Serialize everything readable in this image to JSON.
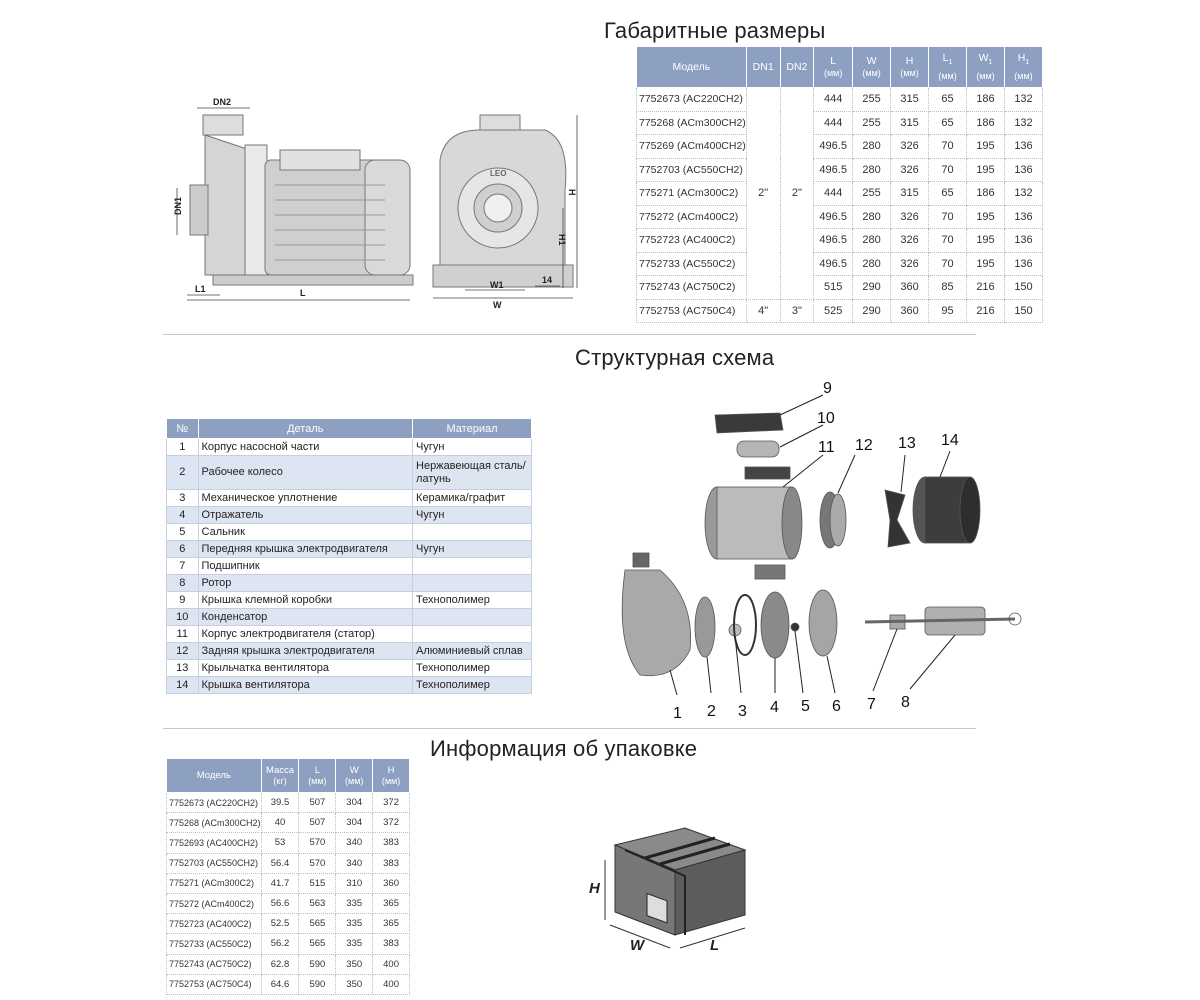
{
  "sections": {
    "dimensions_title": "Габаритные размеры",
    "structure_title": "Структурная схема",
    "packaging_title": "Информация об упаковке"
  },
  "dimensions_table": {
    "headers": {
      "model": "Модель",
      "dn1": "DN1",
      "dn2": "DN2",
      "l": "L",
      "w": "W",
      "h": "H",
      "l1": "L",
      "l1_sub": "1",
      "w1": "W",
      "w1_sub": "1",
      "h1": "H",
      "h1_sub": "1",
      "unit": "(мм)"
    },
    "rows": [
      {
        "model": "7752673 (AC220CH2)",
        "l": "444",
        "w": "255",
        "h": "315",
        "l1": "65",
        "w1": "186",
        "h1": "132"
      },
      {
        "model": "775268 (ACm300CH2)",
        "l": "444",
        "w": "255",
        "h": "315",
        "l1": "65",
        "w1": "186",
        "h1": "132"
      },
      {
        "model": "775269 (ACm400CH2)",
        "l": "496.5",
        "w": "280",
        "h": "326",
        "l1": "70",
        "w1": "195",
        "h1": "136"
      },
      {
        "model": "7752703 (AC550CH2)",
        "l": "496.5",
        "w": "280",
        "h": "326",
        "l1": "70",
        "w1": "195",
        "h1": "136"
      },
      {
        "model": "775271 (ACm300C2)",
        "l": "444",
        "w": "255",
        "h": "315",
        "l1": "65",
        "w1": "186",
        "h1": "132"
      },
      {
        "model": "775272 (ACm400C2)",
        "l": "496.5",
        "w": "280",
        "h": "326",
        "l1": "70",
        "w1": "195",
        "h1": "136"
      },
      {
        "model": "7752723 (AC400C2)",
        "l": "496.5",
        "w": "280",
        "h": "326",
        "l1": "70",
        "w1": "195",
        "h1": "136"
      },
      {
        "model": "7752733 (AC550C2)",
        "l": "496.5",
        "w": "280",
        "h": "326",
        "l1": "70",
        "w1": "195",
        "h1": "136"
      },
      {
        "model": "7752743 (AC750C2)",
        "l": "515",
        "w": "290",
        "h": "360",
        "l1": "85",
        "w1": "216",
        "h1": "150"
      },
      {
        "model": "7752753 (AC750C4)",
        "l": "525",
        "w": "290",
        "h": "360",
        "l1": "95",
        "w1": "216",
        "h1": "150"
      }
    ],
    "dn_group1": {
      "dn1": "2\"",
      "dn2": "2\""
    },
    "dn_group2": {
      "dn1": "4\"",
      "dn2": "3\""
    }
  },
  "drawing_labels": {
    "dn2": "DN2",
    "dn1": "DN1",
    "l1": "L1",
    "l": "L",
    "h": "H",
    "h1": "H1",
    "w1": "W1",
    "w": "W",
    "fourteen": "14",
    "brand": "LEO"
  },
  "parts_table": {
    "headers": {
      "num": "№",
      "part": "Деталь",
      "material": "Материал"
    },
    "rows": [
      {
        "num": "1",
        "part": "Корпус насосной части",
        "material": "Чугун"
      },
      {
        "num": "2",
        "part": "Рабочее колесо",
        "material": "Нержавеющая сталь/ латунь"
      },
      {
        "num": "3",
        "part": "Механическое уплотнение",
        "material": "Керамика/графит"
      },
      {
        "num": "4",
        "part": "Отражатель",
        "material": "Чугун"
      },
      {
        "num": "5",
        "part": "Сальник",
        "material": ""
      },
      {
        "num": "6",
        "part": "Передняя крышка электродвигателя",
        "material": "Чугун"
      },
      {
        "num": "7",
        "part": "Подшипник",
        "material": ""
      },
      {
        "num": "8",
        "part": "Ротор",
        "material": ""
      },
      {
        "num": "9",
        "part": "Крышка клемной коробки",
        "material": "Технополимер"
      },
      {
        "num": "10",
        "part": "Конденсатор",
        "material": ""
      },
      {
        "num": "11",
        "part": "Корпус электродвигателя (статор)",
        "material": ""
      },
      {
        "num": "12",
        "part": "Задняя крышка электродвигателя",
        "material": "Алюминиевый сплав"
      },
      {
        "num": "13",
        "part": "Крыльчатка вентилятора",
        "material": "Технополимер"
      },
      {
        "num": "14",
        "part": "Крышка вентилятора",
        "material": "Технополимер"
      }
    ]
  },
  "exploded_labels": [
    "1",
    "2",
    "3",
    "4",
    "5",
    "6",
    "7",
    "8",
    "9",
    "10",
    "11",
    "12",
    "13",
    "14"
  ],
  "pack_table": {
    "headers": {
      "model": "Модель",
      "mass": "Масса",
      "mass_unit": "(кг)",
      "l": "L",
      "w": "W",
      "h": "H",
      "unit": "(мм)"
    },
    "rows": [
      {
        "model": "7752673 (AC220CH2)",
        "mass": "39.5",
        "l": "507",
        "w": "304",
        "h": "372"
      },
      {
        "model": "775268 (ACm300CH2)",
        "mass": "40",
        "l": "507",
        "w": "304",
        "h": "372"
      },
      {
        "model": "7752693 (AC400CH2)",
        "mass": "53",
        "l": "570",
        "w": "340",
        "h": "383"
      },
      {
        "model": "7752703 (AC550CH2)",
        "mass": "56.4",
        "l": "570",
        "w": "340",
        "h": "383"
      },
      {
        "model": "775271 (ACm300C2)",
        "mass": "41.7",
        "l": "515",
        "w": "310",
        "h": "360"
      },
      {
        "model": "775272 (ACm400C2)",
        "mass": "56.6",
        "l": "563",
        "w": "335",
        "h": "365"
      },
      {
        "model": "7752723 (AC400C2)",
        "mass": "52.5",
        "l": "565",
        "w": "335",
        "h": "365"
      },
      {
        "model": "7752733 (AC550C2)",
        "mass": "56.2",
        "l": "565",
        "w": "335",
        "h": "383"
      },
      {
        "model": "7752743 (AC750C2)",
        "mass": "62.8",
        "l": "590",
        "w": "350",
        "h": "400"
      },
      {
        "model": "7752753 (AC750C4)",
        "mass": "64.6",
        "l": "590",
        "w": "350",
        "h": "400"
      }
    ]
  },
  "box_labels": {
    "h": "H",
    "w": "W",
    "l": "L"
  }
}
